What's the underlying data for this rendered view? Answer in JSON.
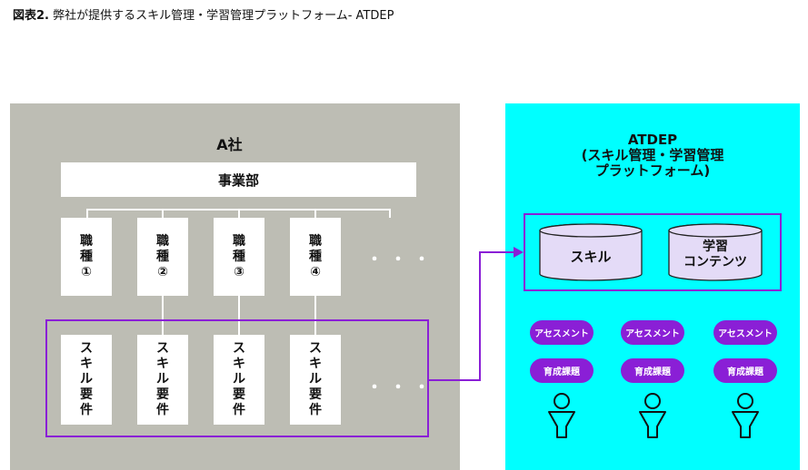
{
  "caption": {
    "label": "図表2.",
    "text": "弊社が提供するスキル管理・学習管理プラットフォーム- ATDEP"
  },
  "company": {
    "title": "A社",
    "department": "事業部",
    "roles": [
      {
        "line1": "職",
        "line2": "種",
        "line3": "①"
      },
      {
        "line1": "職",
        "line2": "種",
        "line3": "②"
      },
      {
        "line1": "職",
        "line2": "種",
        "line3": "③"
      },
      {
        "line1": "職",
        "line2": "種",
        "line3": "④"
      }
    ],
    "skill_requirements": [
      {
        "line1": "ス",
        "line2": "キ",
        "line3": "ル",
        "line4": "要",
        "line5": "件"
      },
      {
        "line1": "ス",
        "line2": "キ",
        "line3": "ル",
        "line4": "要",
        "line5": "件"
      },
      {
        "line1": "ス",
        "line2": "キ",
        "line3": "ル",
        "line4": "要",
        "line5": "件"
      },
      {
        "line1": "ス",
        "line2": "キ",
        "line3": "ル",
        "line4": "要",
        "line5": "件"
      }
    ],
    "ellipsis": "・・・"
  },
  "platform": {
    "title_line1": "ATDEP",
    "title_line2": "(スキル管理・学習管理",
    "title_line3": "プラットフォーム)",
    "skill_db": "スキル",
    "content_db_line1": "学習",
    "content_db_line2": "コンテンツ",
    "learners": [
      {
        "assessment": "アセスメント",
        "task": "育成課題"
      },
      {
        "assessment": "アセスメント",
        "task": "育成課題"
      },
      {
        "assessment": "アセスメント",
        "task": "育成課題"
      }
    ]
  },
  "colors": {
    "accent": "#8a1fd6",
    "company_bg": "#bdbdb4",
    "platform_bg": "#00ffff"
  }
}
